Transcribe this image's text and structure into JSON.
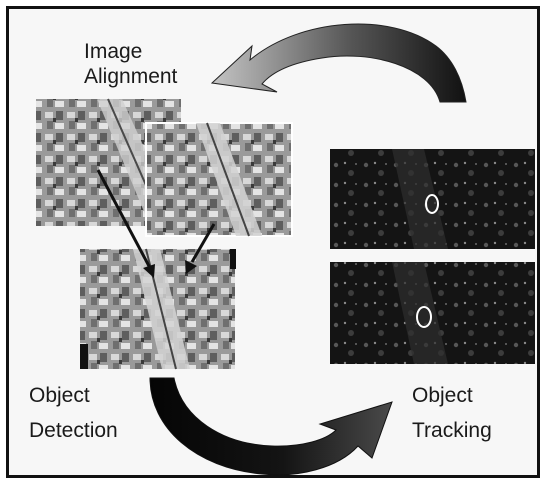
{
  "labels": {
    "image_alignment": [
      "Image",
      "Alignment"
    ],
    "object_detection": [
      "Object",
      "Detection"
    ],
    "object_tracking": [
      "Object",
      "Tracking"
    ]
  },
  "colors": {
    "frame": "#111111",
    "background": "#f7f7f7",
    "arrow_gray_light": "#b9b9b9",
    "arrow_gray_dark": "#2b2b2b",
    "arrow_black": "#0c0c0c",
    "tracking_marker": "#ffffff"
  },
  "icons": {
    "alignment_arrow": "curved-arrow-icon",
    "detection_tracking_arrow": "curved-arrow-icon"
  }
}
